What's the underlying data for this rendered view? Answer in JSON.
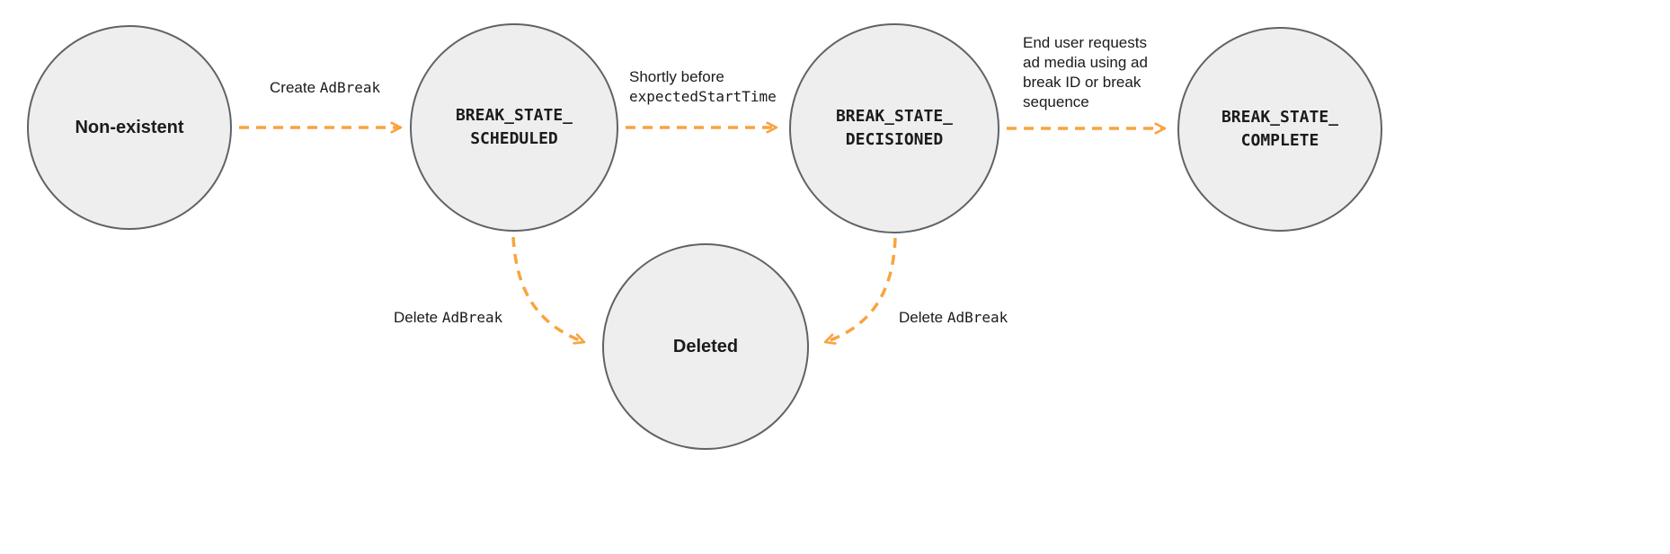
{
  "diagram": {
    "type": "state-diagram",
    "colors": {
      "arrow": "#F9A43F",
      "node_fill": "#EEEEEE",
      "node_border": "#5F6368",
      "text": "#1B1B1B"
    },
    "nodes": [
      {
        "id": "non-existent",
        "label": "Non-existent"
      },
      {
        "id": "break-state-scheduled",
        "line1": "BREAK_STATE_",
        "line2": "SCHEDULED"
      },
      {
        "id": "break-state-decisioned",
        "line1": "BREAK_STATE_",
        "line2": "DECISIONED"
      },
      {
        "id": "break-state-complete",
        "line1": "BREAK_STATE_",
        "line2": "COMPLETE"
      },
      {
        "id": "deleted",
        "label": "Deleted"
      }
    ],
    "edges": [
      {
        "id": "create-adbreak",
        "from": "non-existent",
        "to": "break-state-scheduled",
        "label_text": "Create ",
        "label_code": "AdBreak"
      },
      {
        "id": "shortly-before-expected-start-time",
        "from": "break-state-scheduled",
        "to": "break-state-decisioned",
        "label_text": "Shortly before",
        "label_code": "expectedStartTime"
      },
      {
        "id": "end-user-requests-ad-media",
        "from": "break-state-decisioned",
        "to": "break-state-complete",
        "label_lines": [
          "End user requests",
          "ad media using ad",
          "break ID or break",
          "sequence"
        ]
      },
      {
        "id": "delete-adbreak-from-scheduled",
        "from": "break-state-scheduled",
        "to": "deleted",
        "label_text": "Delete ",
        "label_code": "AdBreak"
      },
      {
        "id": "delete-adbreak-from-decisioned",
        "from": "break-state-decisioned",
        "to": "deleted",
        "label_text": "Delete ",
        "label_code": "AdBreak"
      }
    ]
  }
}
